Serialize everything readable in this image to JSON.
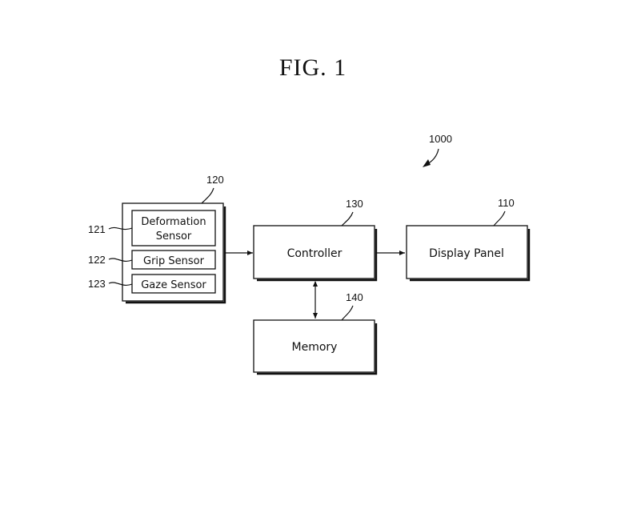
{
  "figure": {
    "title": "FIG. 1",
    "system_ref": "1000"
  },
  "blocks": {
    "sensor_group": {
      "ref": "120"
    },
    "deformation_sensor": {
      "ref": "121",
      "line1": "Deformation",
      "line2": "Sensor"
    },
    "grip_sensor": {
      "ref": "122",
      "label": "Grip Sensor"
    },
    "gaze_sensor": {
      "ref": "123",
      "label": "Gaze Sensor"
    },
    "controller": {
      "ref": "130",
      "label": "Controller"
    },
    "display_panel": {
      "ref": "110",
      "label": "Display Panel"
    },
    "memory": {
      "ref": "140",
      "label": "Memory"
    }
  }
}
